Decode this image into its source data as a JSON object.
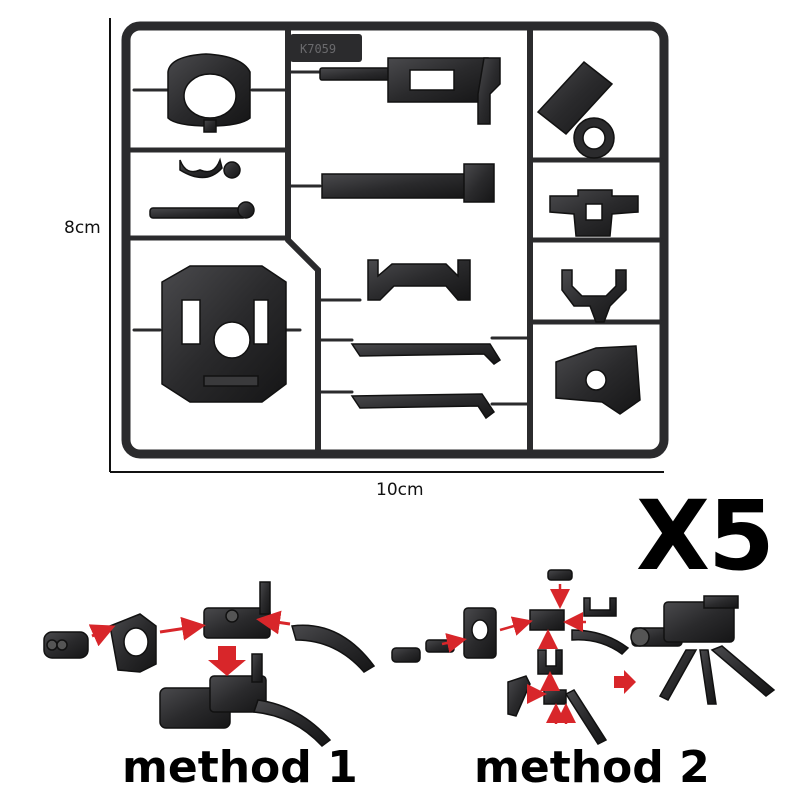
{
  "sprue": {
    "code": "K7059",
    "color": "#2a2a2c"
  },
  "dimensions": {
    "height_label": "8cm",
    "width_label": "10cm"
  },
  "multiplier": "X5",
  "methods": {
    "method_1_label": "method 1",
    "method_2_label": "method 2"
  },
  "arrow_color": "#d8262a"
}
